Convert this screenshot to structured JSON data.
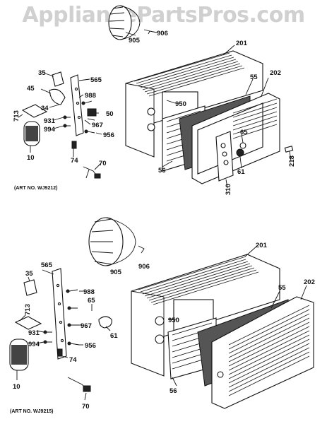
{
  "watermark": "AppliancePartsPros.com",
  "top": {
    "art_no": "(ART NO. WJ9212)",
    "labels": {
      "p905": "905",
      "p906": "906",
      "p201": "201",
      "p35": "35",
      "p565": "565",
      "p45": "45",
      "p988": "988",
      "p34": "34",
      "p950": "950",
      "p55": "55",
      "p202": "202",
      "p50": "50",
      "p713": "713",
      "p931": "931",
      "p967": "967",
      "p994": "994",
      "p956": "956",
      "p10": "10",
      "p74": "74",
      "p70": "70",
      "p65": "65",
      "p56": "56",
      "p61": "61",
      "p218": "218",
      "p310": "310"
    }
  },
  "bottom": {
    "art_no": "(ART NO. WJ9215)",
    "labels": {
      "p905": "905",
      "p906": "906",
      "p201": "201",
      "p565": "565",
      "p35": "35",
      "p988": "988",
      "p65": "65",
      "p55": "55",
      "p202": "202",
      "p713": "713",
      "p950": "950",
      "p967": "967",
      "p61": "61",
      "p931": "931",
      "p994": "994",
      "p956": "956",
      "p10": "10",
      "p74": "74",
      "p56": "56",
      "p70": "70"
    }
  }
}
